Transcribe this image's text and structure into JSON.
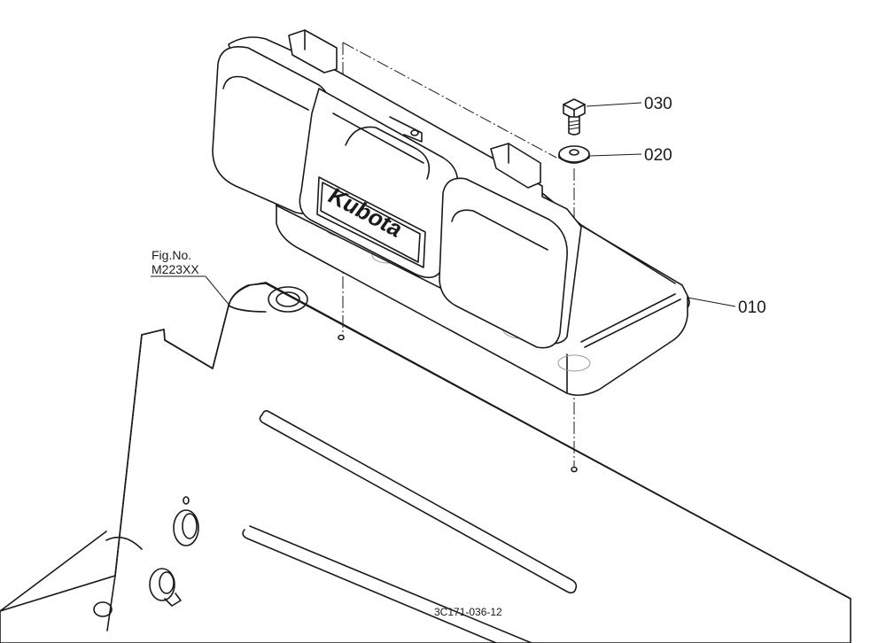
{
  "figure_ref": {
    "line1": "Fig.No.",
    "line2": "M223XX"
  },
  "parts": [
    {
      "number": "030"
    },
    {
      "number": "020"
    },
    {
      "number": "010"
    }
  ],
  "drawing_code": "3C171-036-12",
  "emblem_text": "Kubota"
}
